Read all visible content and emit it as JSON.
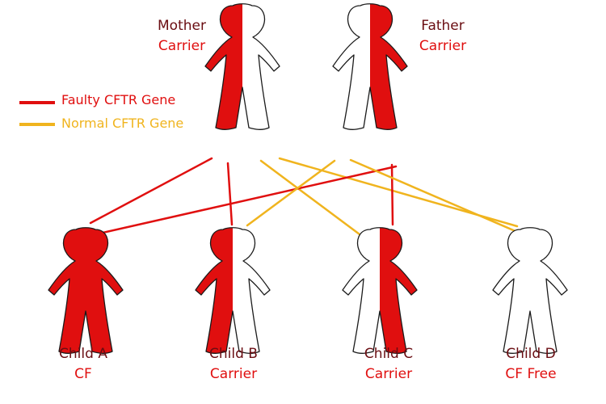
{
  "colors": {
    "faulty": "#e00f0f",
    "normal": "#f0b41e",
    "outline": "#1a1a1a",
    "name_text": "#6a0d12"
  },
  "legend": [
    {
      "label": "Faulty CFTR Gene",
      "color": "#e00f0f"
    },
    {
      "label": "Normal CFTR Gene",
      "color": "#f0b41e"
    }
  ],
  "parents": [
    {
      "name": "Mother",
      "status": "Carrier",
      "status_color": "#e00f0f",
      "fill": "right-half-white"
    },
    {
      "name": "Father",
      "status": "Carrier",
      "status_color": "#e00f0f",
      "fill": "left-half-white"
    }
  ],
  "children": [
    {
      "name": "Child A",
      "status": "CF",
      "status_color": "#e00f0f",
      "fill": "full-red"
    },
    {
      "name": "Child B",
      "status": "Carrier",
      "status_color": "#e00f0f",
      "fill": "right-half-white"
    },
    {
      "name": "Child C",
      "status": "Carrier",
      "status_color": "#e00f0f",
      "fill": "left-half-white"
    },
    {
      "name": "Child D",
      "status": "CF Free",
      "status_color": "#e00f0f",
      "fill": "full-white"
    }
  ]
}
